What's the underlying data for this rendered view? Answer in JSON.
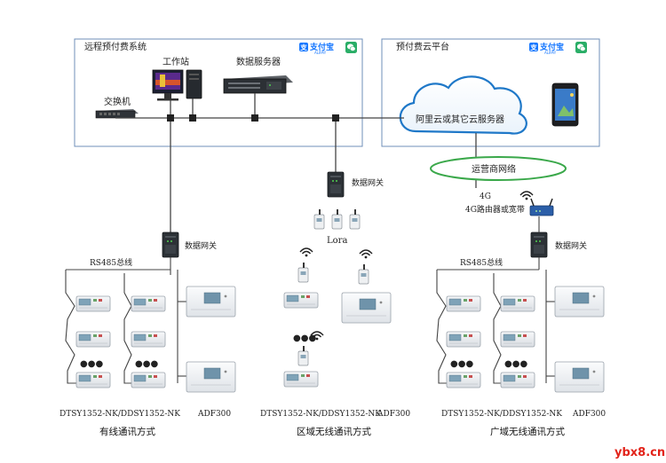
{
  "left_panel": {
    "title": "远程预付费系统",
    "workstation_label": "工作站",
    "db_server_label": "数据服务器",
    "switch_label": "交换机"
  },
  "right_panel": {
    "title": "预付费云平台",
    "cloud_label": "阿里云或其它云服务器"
  },
  "payment": {
    "alipay_text": "支付宝",
    "alipay_sub": "ALIPAY"
  },
  "operator_network": "运营商网络",
  "router": {
    "line1": "4G",
    "line2": "4G路由器或宽带"
  },
  "gateway_label": "数据网关",
  "bus_label": "RS485总线",
  "lora_label": "Lora",
  "dots": "●●●",
  "sections": [
    {
      "meter_label": "DTSY1352-NK/DDSY1352-NK",
      "adf_label": "ADF300",
      "caption": "有线通讯方式"
    },
    {
      "meter_label": "DTSY1352-NK/DDSY1352-NK",
      "adf_label": "ADF300",
      "caption": "区域无线通讯方式"
    },
    {
      "meter_label": "DTSY1352-NK/DDSY1352-NK",
      "adf_label": "ADF300",
      "caption": "广域无线通讯方式"
    }
  ],
  "watermark": "ybx8.cn",
  "colors": {
    "panel_border": "#6f8fb8",
    "line": "#444444",
    "ellipse": "#3aa84a",
    "cloud": "#1f78c8",
    "alipay": "#1677ff",
    "wechat": "#2aae67",
    "watermark": "#e2231a"
  }
}
